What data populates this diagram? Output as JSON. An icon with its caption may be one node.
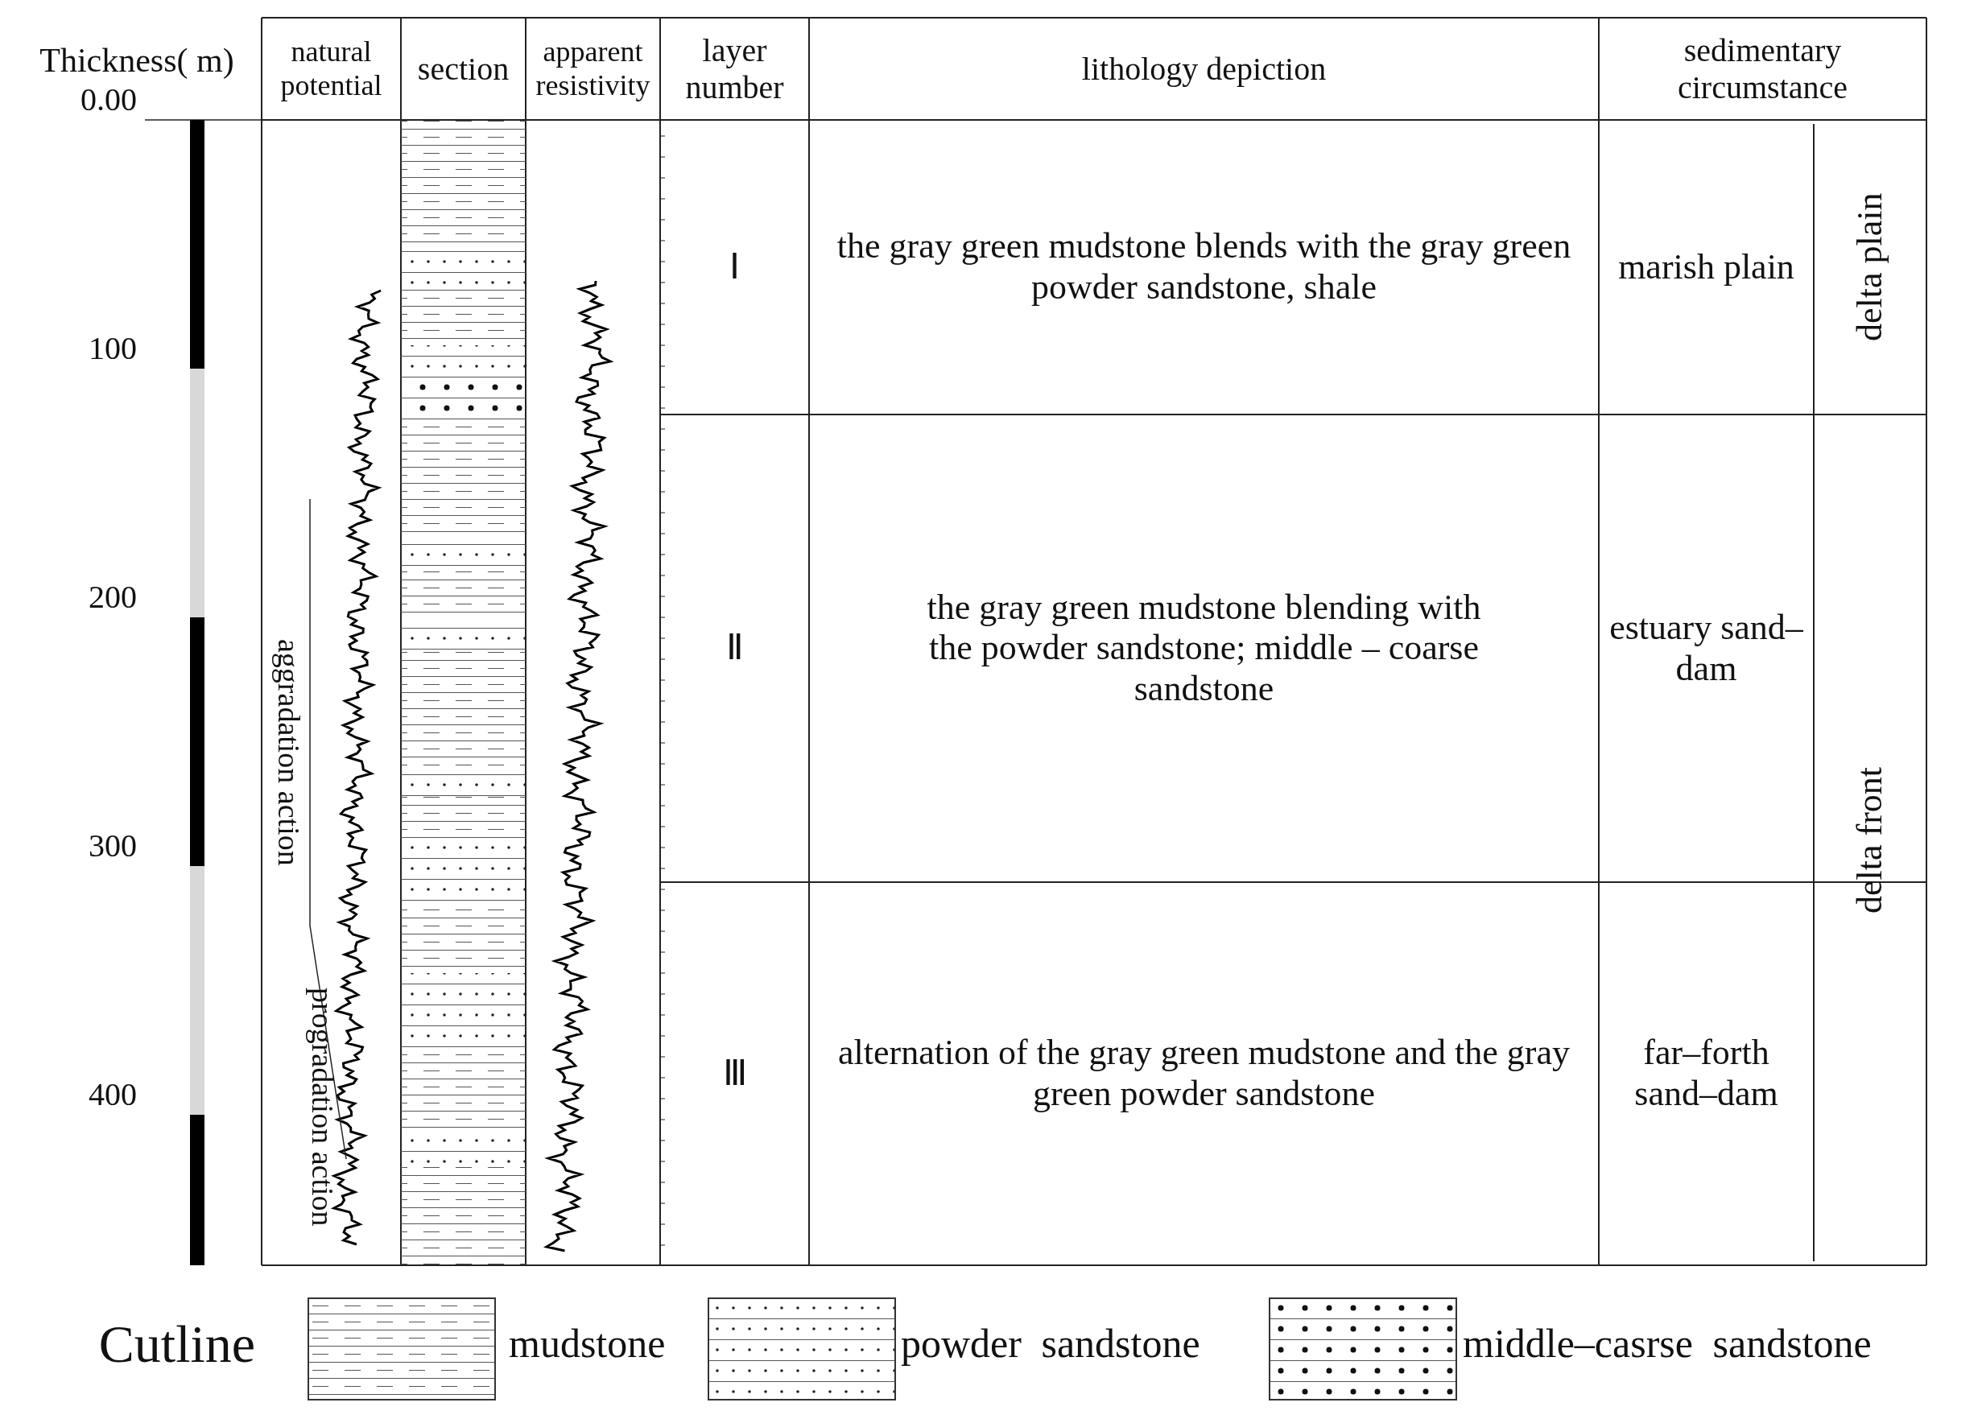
{
  "diagram": {
    "labels": [
      "Thickness( m)",
      "natural potential",
      "section",
      "apparent resistivity",
      "layer number",
      "lithology depiction",
      "sedimentary circumstance",
      "0.00",
      "100",
      "200",
      "300",
      "400",
      "Ⅰ",
      "the gray green mudstone blends with the gray green powder sandstone, shale",
      "marish plain",
      "delta plain",
      "aggradation action",
      "progradation action",
      "Ⅱ",
      "the gray green mudstone blending with the powder sandstone; middle – coarse sandstone",
      "estuary sand–dam",
      "delta front",
      "Ⅲ",
      "alternation of the gray green mudstone and the gray green powder sandstone",
      "far–forth sand–dam",
      "Cutline"
    ],
    "legend": [
      {
        "text": "mudstone"
      },
      {
        "text": "powder sandstone"
      },
      {
        "text": "middle–casrse sandstone"
      }
    ]
  }
}
